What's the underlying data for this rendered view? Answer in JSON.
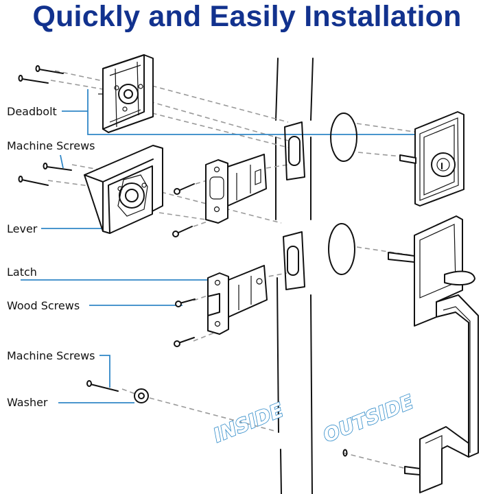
{
  "title": "Quickly and Easily Installation",
  "labels": {
    "deadbolt": "Deadbolt",
    "machine_screws_top": "Machine Screws",
    "lever": "Lever",
    "latch": "Latch",
    "wood_screws": "Wood Screws",
    "machine_screws_bottom": "Machine Screws",
    "washer": "Washer"
  },
  "sides": {
    "inside": "INSIDE",
    "outside": "OUTSIDE"
  },
  "colors": {
    "title": "#12328e",
    "leader_lines": "#2f86c6",
    "side_text_outline": "#2c89c8",
    "line_art": "#111111"
  }
}
